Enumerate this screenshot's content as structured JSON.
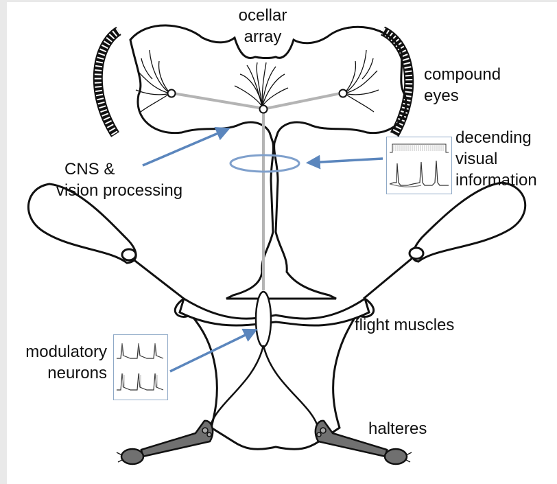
{
  "labels": {
    "ocellar_array": [
      "ocellar",
      "array"
    ],
    "compound_eyes": [
      "compound",
      "eyes"
    ],
    "cns": [
      "CNS &",
      "vision processing"
    ],
    "descending": [
      "decending",
      "visual",
      "information"
    ],
    "flight_muscles": [
      "flight muscles"
    ],
    "modulatory": [
      "modulatory",
      "neurons"
    ],
    "halteres": [
      "halteres"
    ]
  },
  "colors": {
    "arrow": "#5b86bd",
    "outline": "#111111",
    "nerve": "#b4b4b4",
    "haltere_fill": "#707070",
    "trace": "#333333"
  },
  "icons": {
    "ring": "ellipse-ring-icon",
    "arrow": "arrow-icon"
  }
}
